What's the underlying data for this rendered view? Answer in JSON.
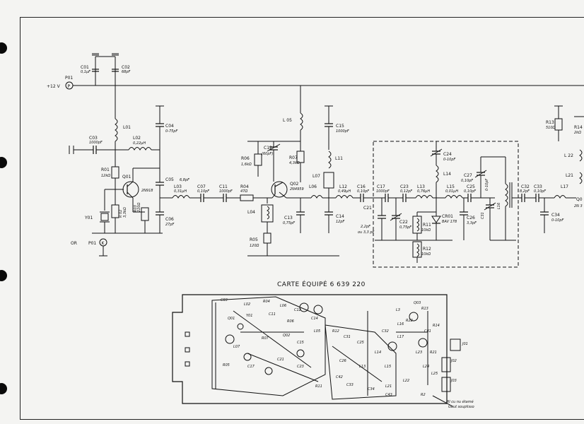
{
  "supply": {
    "voltage": "+12 V",
    "port_p": "P01",
    "pin_p": "P",
    "port_k": "P01",
    "pin_k": "K",
    "or_label": "OR"
  },
  "board": {
    "title": "CARTE ÉQUIPÉ 6 639 220",
    "note_line1": "fil cu nu étamé",
    "note_line2": "Gaut souplisso"
  },
  "stage1": {
    "c01": "C01",
    "c01v": "0,1µF",
    "c02": "C02",
    "c02v": "68pF",
    "c03": "C03",
    "c03v": "1000pF",
    "l01": "L01",
    "l02": "L02",
    "l02v": "0,22µH",
    "r01": "R01",
    "r01v": "12kΩ",
    "q01": "Q01",
    "q01t": "2N918",
    "r02": "R 02",
    "r02v": "3,3kΩ",
    "r03": "R03",
    "r03v": "220Ω",
    "y01": "Y01",
    "c04": "C04",
    "c04v": "0-75pF",
    "c05": "C05",
    "c05v": "6,8pF",
    "c06": "C06",
    "c06v": "27pF",
    "l03": "L03",
    "l03v": "0,31µH",
    "c07": "C07",
    "c07v": "0,10pF",
    "c11": "C11",
    "c11v": "1000pF",
    "r04": "R04",
    "r04v": "47Ω"
  },
  "stage2": {
    "q02": "Q02",
    "q02t": "2N4959",
    "l04": "L04",
    "r05": "R05",
    "r05v": "120Ω",
    "r06": "R06",
    "r06v": "1,6kΩ",
    "c12": "C12",
    "c12v": "(60pF)",
    "r07": "R07",
    "r07v": "4,3kΩ",
    "l05": "L 05",
    "c15": "C15",
    "c15v": "1000pF",
    "l11": "L11",
    "l07": "L07",
    "l06": "L06",
    "c13": "C13",
    "c13v": "0,75pF",
    "l12": "L12",
    "l12v": "0,49µH",
    "c14": "C14",
    "c14v": "12pF",
    "c16": "C16",
    "c16v": "0,10pF"
  },
  "filter": {
    "c17": "C17",
    "c17v": "1000pF",
    "c21": "C21",
    "c21v": "2,2pF",
    "c21n": "ou 3,3 pF",
    "c22": "C22",
    "c22v": "0,75pF",
    "c23": "C23",
    "c23v": "0,12pF",
    "l13": "L13",
    "l13v": "0,76µH",
    "c24": "C24",
    "c24v": "0-10pF",
    "l14": "L14",
    "cr01": "CR01",
    "cr01t": "BAV 178",
    "r11": "R11",
    "r11v": "10kΩ",
    "r12": "R12",
    "r12v": "10kΩ",
    "l15": "L15",
    "l15v": "0,01µH",
    "c25": "C25",
    "c25v": "0,10pF",
    "c26": "C26",
    "c26v": "3,3pF",
    "c27": "C27",
    "c27v": "0,10pF",
    "c31": "C31",
    "c31v": "0-10pF",
    "l16": "L16"
  },
  "stage3": {
    "c32": "C32",
    "c32v": "8,2pF",
    "c33": "C33",
    "c33v": "0,10pF",
    "l17": "L17",
    "c34": "C34",
    "c34v": "0-10pF",
    "r13": "R13",
    "r13v": "510Ω",
    "r14": "R14",
    "r14v": "2kΩ",
    "l22": "L 22",
    "l21": "L21",
    "q03": "Q0",
    "q03t": "2N 3"
  },
  "layout_labels": [
    "C03",
    "L02",
    "R04",
    "L06",
    "C12",
    "Q01",
    "Y01",
    "C11",
    "R06",
    "C14",
    "L07",
    "R07",
    "Q02",
    "C15",
    "L05",
    "R05",
    "C17",
    "C21",
    "C23",
    "R11",
    "R12",
    "C31",
    "C25",
    "C26",
    "L13",
    "L14",
    "L15",
    "L16",
    "C32",
    "C33",
    "C34",
    "L21",
    "L22",
    "L17",
    "Q03",
    "R13",
    "R14",
    "R21",
    "R22",
    "C41",
    "J01",
    "J02",
    "J03",
    "L3",
    "L23",
    "L24",
    "L25",
    "C42",
    "C43",
    "R2"
  ]
}
